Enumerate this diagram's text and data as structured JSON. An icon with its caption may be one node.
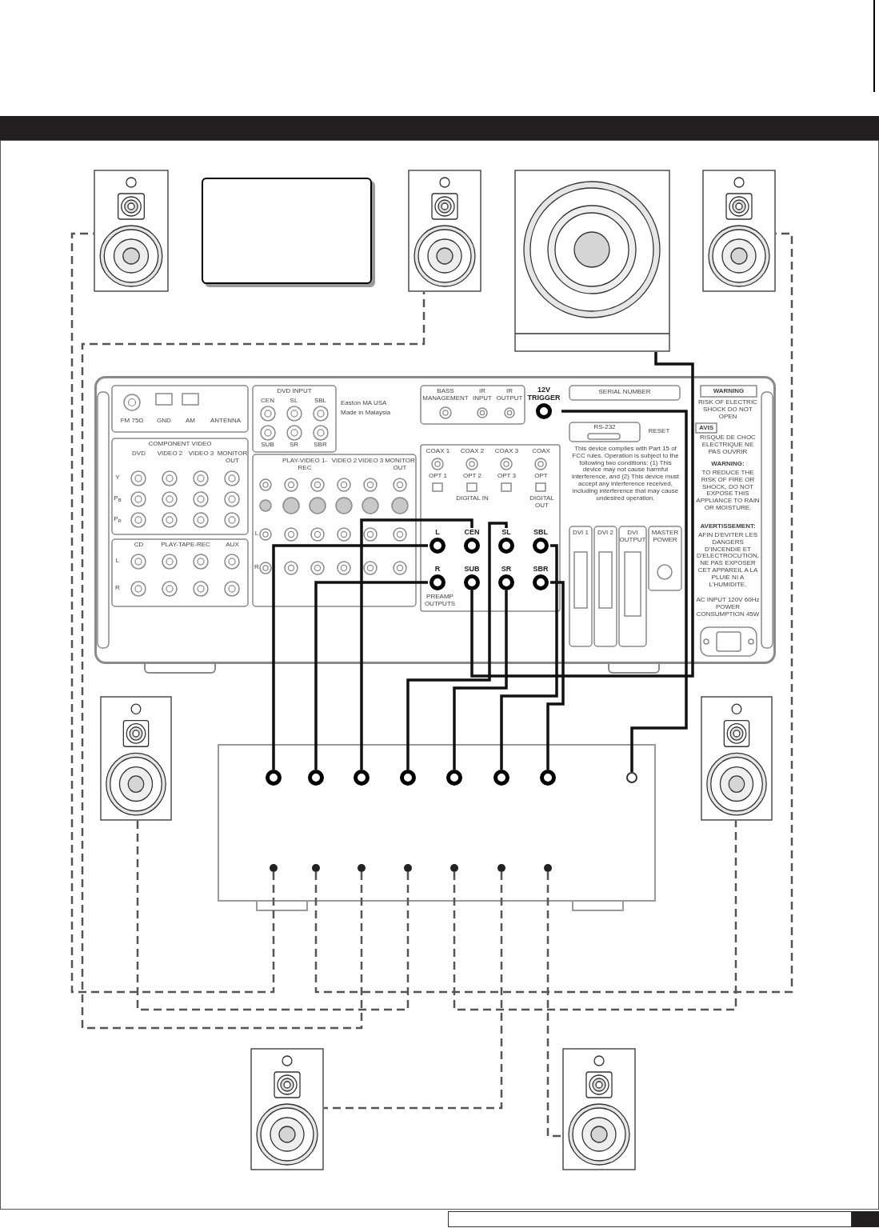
{
  "diagram": {
    "nodes": [
      {
        "text": [],
        "shape": "speaker"
      },
      {
        "text": [],
        "shape": "screen"
      },
      {
        "text": [],
        "shape": "speaker"
      },
      {
        "text": [],
        "shape": "speaker"
      },
      {
        "text": [],
        "shape": "speaker"
      },
      {
        "text": [],
        "shape": "box"
      },
      {
        "text": [
          "L"
        ],
        "in": 5
      },
      {
        "text": [
          "CEN"
        ],
        "in": 5
      },
      {
        "text": [
          "SL"
        ],
        "in": 5
      },
      {
        "text": [
          "SBL"
        ],
        "in": 5
      },
      {
        "text": [
          "R"
        ],
        "in": 5
      },
      {
        "text": [
          "SUB"
        ],
        "in": 5
      },
      {
        "text": [
          "SR"
        ],
        "in": 5
      },
      {
        "text": [
          "SBR"
        ],
        "in": 5
      },
      {
        "text": [
          "12V TRIGGER"
        ],
        "in": 5
      },
      {
        "text": [],
        "shape": "box"
      },
      {
        "text": [],
        "shape": "circle",
        "in": 15
      },
      {
        "text": [],
        "shape": "circle",
        "in": 15
      },
      {
        "text": [],
        "shape": "circle",
        "in": 15
      },
      {
        "text": [],
        "shape": "circle",
        "in": 15
      },
      {
        "text": [],
        "shape": "circle",
        "in": 15
      },
      {
        "text": [],
        "shape": "circle",
        "in": 15
      },
      {
        "text": [],
        "shape": "circle",
        "in": 15
      },
      {
        "text": [],
        "shape": "circle",
        "in": 15
      },
      {
        "text": [],
        "shape": "circle",
        "in": 15
      },
      {
        "text": [],
        "shape": "circle",
        "in": 15
      },
      {
        "text": [],
        "shape": "circle",
        "in": 15
      },
      {
        "text": [],
        "shape": "circle",
        "in": 15
      },
      {
        "text": [],
        "shape": "circle",
        "in": 15
      },
      {
        "text": [],
        "shape": "circle",
        "in": 15
      },
      {
        "text": [],
        "shape": "circle",
        "in": 15
      },
      {
        "text": [],
        "shape": "speaker"
      },
      {
        "text": [],
        "shape": "speaker"
      },
      {
        "text": [],
        "shape": "speaker"
      },
      {
        "text": [],
        "shape": "speaker"
      }
    ],
    "edges": [
      {
        "from": 11,
        "to": 3,
        "arrow": "none"
      },
      {
        "from": 14,
        "to": 23,
        "arrow": "none"
      },
      {
        "from": 6,
        "to": 16,
        "arrow": "none"
      },
      {
        "from": 10,
        "to": 17,
        "arrow": "none"
      },
      {
        "from": 7,
        "to": 18,
        "arrow": "none"
      },
      {
        "from": 8,
        "to": 19,
        "arrow": "none"
      },
      {
        "from": 12,
        "to": 20,
        "arrow": "none"
      },
      {
        "from": 9,
        "to": 21,
        "arrow": "none"
      },
      {
        "from": 13,
        "to": 22,
        "arrow": "none"
      },
      {
        "from": 24,
        "to": 0,
        "arrow": "none",
        "style": "dashed",
        "color": "#555555"
      },
      {
        "from": 25,
        "to": 4,
        "arrow": "none",
        "style": "dashed",
        "color": "#555555"
      },
      {
        "from": 26,
        "to": 2,
        "arrow": "none",
        "style": "dashed",
        "color": "#555555"
      },
      {
        "from": 27,
        "to": 31,
        "arrow": "none",
        "style": "dashed",
        "color": "#555555"
      },
      {
        "from": 28,
        "to": 32,
        "arrow": "none",
        "style": "dashed",
        "color": "#555555"
      },
      {
        "from": 29,
        "to": 33,
        "arrow": "none",
        "style": "dashed",
        "color": "#555555"
      },
      {
        "from": 30,
        "to": 34,
        "arrow": "none",
        "style": "dashed",
        "color": "#555555"
      }
    ],
    "labels": [
      "FM 75Ω",
      "GND",
      "AM",
      "ANTENNA",
      "COMPONENT VIDEO",
      "DVD",
      "VIDEO 2",
      "VIDEO 3",
      "MONITOR OUT",
      "Y",
      "P$_{B}$",
      "P$_{R}$",
      "CD",
      "PLAY-TAPE-REC",
      "AUX",
      "L",
      "R",
      "DVD INPUT",
      "CEN",
      "SL",
      "SBL",
      "SUB",
      "SR",
      "SBR",
      "PLAY-VIDEO 1-REC",
      "VIDEO 2",
      "VIDEO 3",
      "MONITOR OUT",
      "L",
      "R",
      "Easton MA USA",
      "Made in Malaysia",
      "BASS MANAGEMENT",
      "IR INPUT",
      "IR OUTPUT",
      "SERIAL NUMBER",
      "RS-232",
      "RESET",
      "This device complies with Part 15 of FCC rules. Operation is subject to the following two conditions: (1) This device may not cause harmful interference, and (2) This device must accept any interference received, including interference that may cause undesired operation.",
      "COAX 1",
      "COAX 2",
      "COAX 3",
      "COAX",
      "OPT 1",
      "OPT 2",
      "OPT 3",
      "OPT",
      "DIGITAL IN",
      "DIGITAL OUT",
      "PREAMP OUTPUTS",
      "DVI 1",
      "DVI 2",
      "DVI OUTPUT",
      "MASTER POWER",
      "WARNING",
      "RISK OF ELECTRIC SHOCK DO NOT OPEN",
      "AVIS",
      "RISQUE DE CHOC ELECTRIQUE NE PAS OUVRIR",
      "WARNING:",
      "TO REDUCE THE RISK OF FIRE OR SHOCK, DO NOT EXPOSE THIS APPLIANCE TO RAIN OR MOISTURE.",
      "AVERTISSEMENT:",
      "AFIN D'EVITER LES DANGERS D'INCENDIE ET D'ELECTROCUTION, NE PAS EXPOSER CET APPAREIL A LA PLUIE NI A L'HUMIDITE.",
      "AC INPUT 120V 60Hz POWER CONSUMPTION 45W"
    ]
  }
}
